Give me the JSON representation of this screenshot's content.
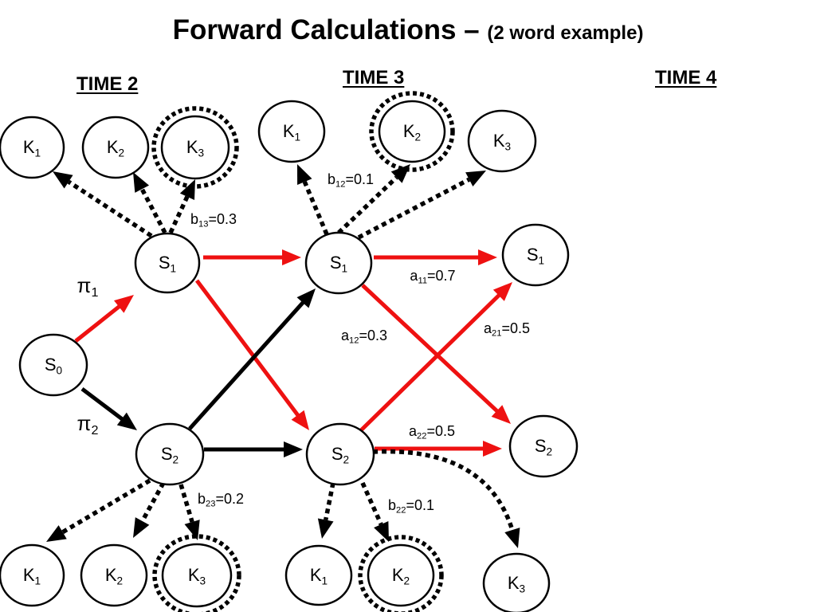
{
  "title": {
    "main": "Forward Calculations – ",
    "sub": "(2 word example)"
  },
  "time_labels": [
    "TIME 2",
    "TIME 3",
    "TIME 4"
  ],
  "colors": {
    "red": "#ee1111",
    "black": "#000000"
  },
  "nodes": [
    {
      "id": "S0",
      "label": "S",
      "sub": "0"
    },
    {
      "id": "S1_t2",
      "label": "S",
      "sub": "1"
    },
    {
      "id": "S2_t2",
      "label": "S",
      "sub": "2"
    },
    {
      "id": "S1_t3",
      "label": "S",
      "sub": "1"
    },
    {
      "id": "S2_t3",
      "label": "S",
      "sub": "2"
    },
    {
      "id": "S1_t4",
      "label": "S",
      "sub": "1"
    },
    {
      "id": "S2_t4",
      "label": "S",
      "sub": "2"
    },
    {
      "id": "K1_t2_top",
      "label": "K",
      "sub": "1"
    },
    {
      "id": "K2_t2_top",
      "label": "K",
      "sub": "2"
    },
    {
      "id": "K3_t2_top",
      "label": "K",
      "sub": "3",
      "highlighted": true
    },
    {
      "id": "K1_t3_top",
      "label": "K",
      "sub": "1"
    },
    {
      "id": "K2_t3_top",
      "label": "K",
      "sub": "2",
      "highlighted": true
    },
    {
      "id": "K3_t3_top",
      "label": "K",
      "sub": "3"
    },
    {
      "id": "K1_t2_bot",
      "label": "K",
      "sub": "1"
    },
    {
      "id": "K2_t2_bot",
      "label": "K",
      "sub": "2"
    },
    {
      "id": "K3_t2_bot",
      "label": "K",
      "sub": "3",
      "highlighted": true
    },
    {
      "id": "K1_t3_bot",
      "label": "K",
      "sub": "1"
    },
    {
      "id": "K2_t3_bot",
      "label": "K",
      "sub": "2",
      "highlighted": true
    },
    {
      "id": "K3_t3_bot",
      "label": "K",
      "sub": "3"
    }
  ],
  "edges": [
    {
      "from": "S0",
      "to": "S1_t2",
      "color": "red"
    },
    {
      "from": "S0",
      "to": "S2_t2",
      "color": "black"
    },
    {
      "from": "S1_t2",
      "to": "S1_t3",
      "color": "red"
    },
    {
      "from": "S1_t2",
      "to": "S2_t3",
      "color": "red"
    },
    {
      "from": "S2_t2",
      "to": "S1_t3",
      "color": "black"
    },
    {
      "from": "S2_t2",
      "to": "S2_t3",
      "color": "black"
    },
    {
      "from": "S1_t3",
      "to": "S1_t4",
      "color": "red"
    },
    {
      "from": "S1_t3",
      "to": "S2_t4",
      "color": "red"
    },
    {
      "from": "S2_t3",
      "to": "S1_t4",
      "color": "red"
    },
    {
      "from": "S2_t3",
      "to": "S2_t4",
      "color": "red"
    },
    {
      "from": "S1_t2",
      "to": "K1_t2_top",
      "style": "dotted"
    },
    {
      "from": "S1_t2",
      "to": "K2_t2_top",
      "style": "dotted"
    },
    {
      "from": "S1_t2",
      "to": "K3_t2_top",
      "style": "dotted"
    },
    {
      "from": "S2_t2",
      "to": "K1_t2_bot",
      "style": "dotted"
    },
    {
      "from": "S2_t2",
      "to": "K2_t2_bot",
      "style": "dotted"
    },
    {
      "from": "S2_t2",
      "to": "K3_t2_bot",
      "style": "dotted"
    },
    {
      "from": "S1_t3",
      "to": "K1_t3_top",
      "style": "dotted"
    },
    {
      "from": "S1_t3",
      "to": "K2_t3_top",
      "style": "dotted"
    },
    {
      "from": "S1_t3",
      "to": "K3_t3_top",
      "style": "dotted"
    },
    {
      "from": "S2_t3",
      "to": "K1_t3_bot",
      "style": "dotted"
    },
    {
      "from": "S2_t3",
      "to": "K2_t3_bot",
      "style": "dotted"
    },
    {
      "from": "S2_t3",
      "to": "K3_t3_bot",
      "style": "dotted",
      "curved": true
    }
  ],
  "labels": {
    "pi1": {
      "base": "π",
      "sub": "1"
    },
    "pi2": {
      "base": "π",
      "sub": "2"
    },
    "b13": {
      "base": "b",
      "sub": "13",
      "rest": "=0.3"
    },
    "b12": {
      "base": "b",
      "sub": "12",
      "rest": "=0.1"
    },
    "b23": {
      "base": "b",
      "sub": "23",
      "rest": "=0.2"
    },
    "b22": {
      "base": "b",
      "sub": "22",
      "rest": "=0.1"
    },
    "a11": {
      "base": "a",
      "sub": "11",
      "rest": "=0.7"
    },
    "a12": {
      "base": "a",
      "sub": "12",
      "rest": "=0.3"
    },
    "a21": {
      "base": "a",
      "sub": "21",
      "rest": "=0.5"
    },
    "a22": {
      "base": "a",
      "sub": "22",
      "rest": "=0.5"
    }
  }
}
